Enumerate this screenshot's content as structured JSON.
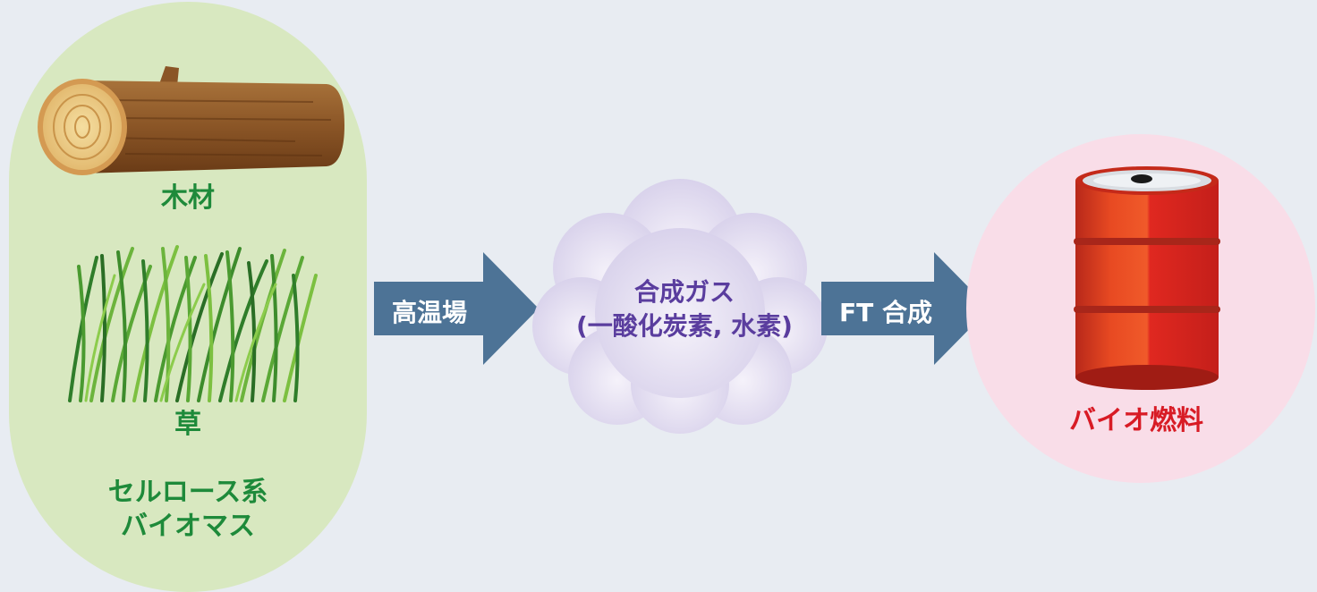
{
  "biomass": {
    "wood_label": "木材",
    "grass_label": "草",
    "cellulose_line1": "セルロース系",
    "cellulose_line2": "バイオマス"
  },
  "process": {
    "step1_label": "高温場",
    "step2_label": "FT 合成"
  },
  "intermediate": {
    "name": "合成ガス",
    "detail": "(一酸化炭素, 水素)"
  },
  "product": {
    "label": "バイオ燃料"
  },
  "colors": {
    "biomass_panel": "#d8e8c0",
    "biomass_text": "#1e8a3a",
    "arrow": "#4d7396",
    "cloud": "#e3def0",
    "cloud_text": "#5a3d9e",
    "product_panel": "#f9dde8",
    "product_text": "#d81b25",
    "barrel": "#e53822"
  }
}
